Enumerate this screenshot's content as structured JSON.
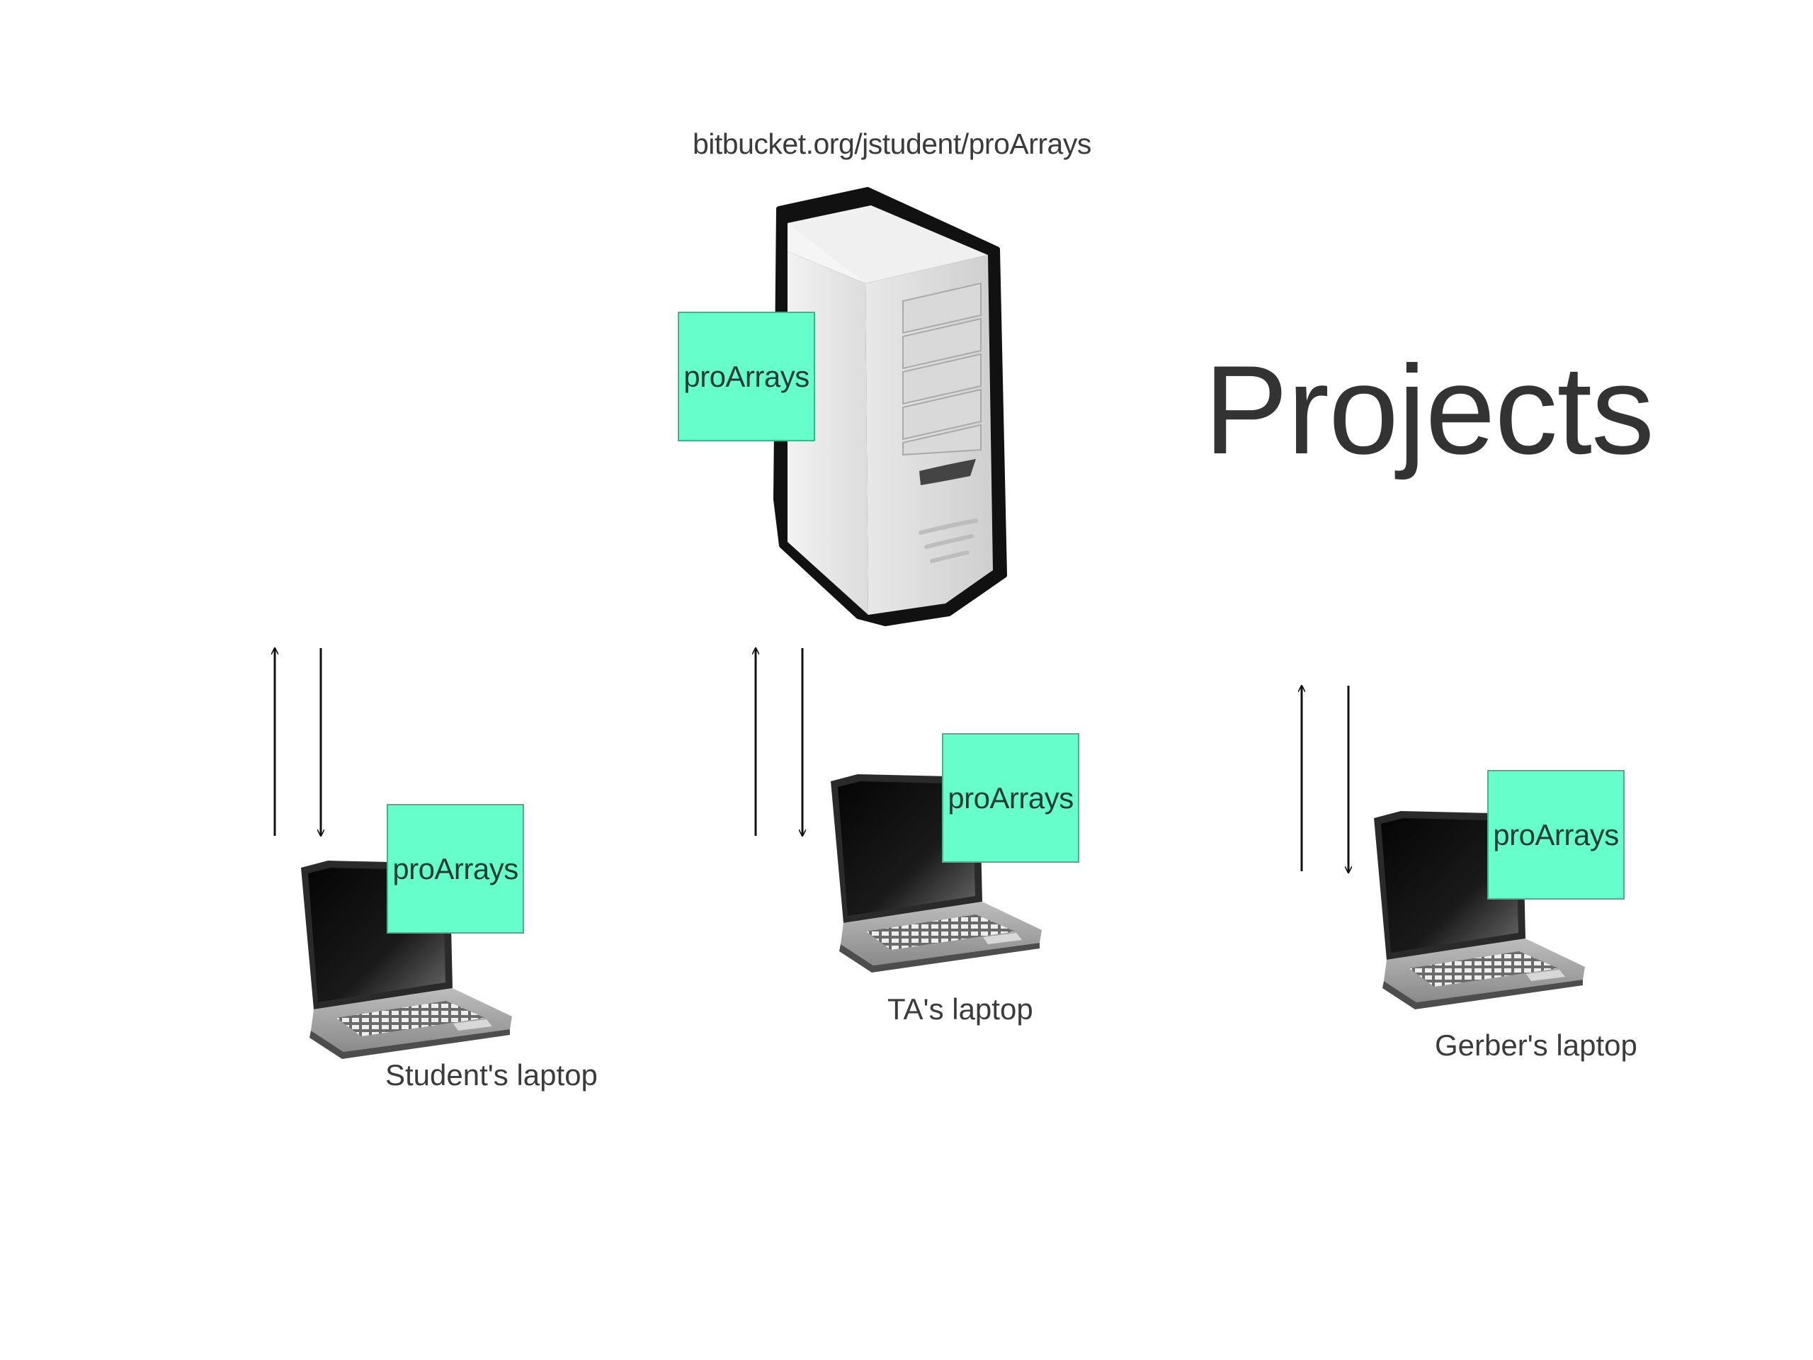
{
  "slide": {
    "title": "Projects",
    "server": {
      "url": "bitbucket.org/jstudent/proArrays",
      "repo_label": "proArrays",
      "icon": "server-tower-icon"
    },
    "machines": [
      {
        "label": "Student's laptop",
        "repo_label": "proArrays",
        "icon": "laptop-icon"
      },
      {
        "label": "TA's laptop",
        "repo_label": "proArrays",
        "icon": "laptop-icon"
      },
      {
        "label": "Gerber's laptop",
        "repo_label": "proArrays",
        "icon": "laptop-icon"
      }
    ],
    "arrow_icons": [
      "arrow-up-icon",
      "arrow-down-icon"
    ]
  },
  "colors": {
    "repo_fill": "#66ffcc",
    "repo_border": "#4cae8c",
    "text": "#333333"
  }
}
